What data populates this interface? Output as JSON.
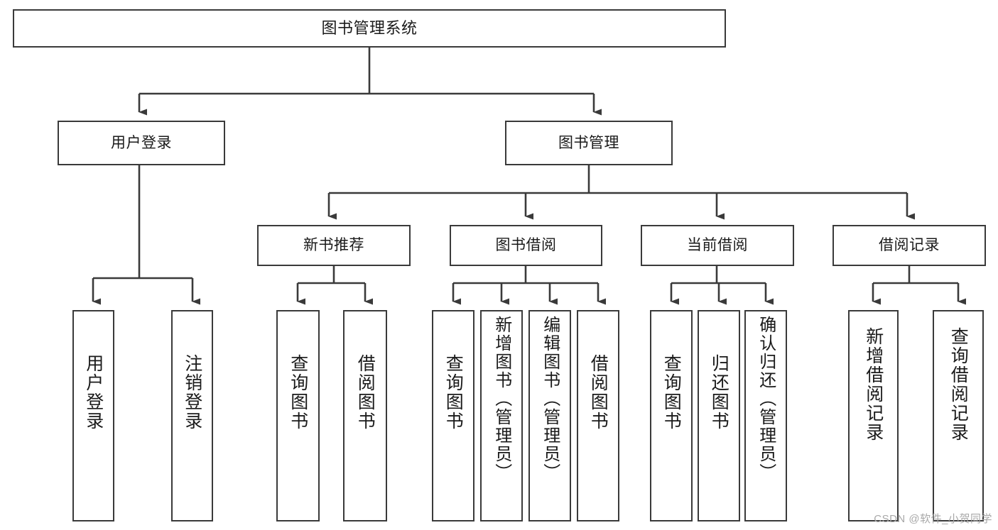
{
  "diagram": {
    "title": "图书管理系统",
    "watermark": "CSDN @软件_小贺同学",
    "line_color": "#3a3a3a",
    "box_fill": "#ffffff",
    "text_color": "#1a1a1a",
    "watermark_color": "#a8a8a8"
  },
  "root": {
    "label": "图书管理系统"
  },
  "level2": [
    {
      "label": "用户登录"
    },
    {
      "label": "图书管理"
    }
  ],
  "groups": [
    {
      "label": "新书推荐"
    },
    {
      "label": "图书借阅"
    },
    {
      "label": "当前借阅"
    },
    {
      "label": "借阅记录"
    }
  ],
  "leaves": {
    "user_login": [
      {
        "label": "用户登录"
      },
      {
        "label": "注销登录"
      }
    ],
    "new_book_recommend": [
      {
        "label": "查询图书"
      },
      {
        "label": "借阅图书"
      }
    ],
    "book_borrow": [
      {
        "label": "查询图书"
      },
      {
        "label": "新增图书（管理员）"
      },
      {
        "label": "编辑图书（管理员）"
      },
      {
        "label": "借阅图书"
      }
    ],
    "current_borrow": [
      {
        "label": "查询图书"
      },
      {
        "label": "归还图书"
      },
      {
        "label": "确认归还（管理员）"
      }
    ],
    "borrow_record": [
      {
        "label": "新增借阅记录"
      },
      {
        "label": "查询借阅记录"
      }
    ]
  }
}
